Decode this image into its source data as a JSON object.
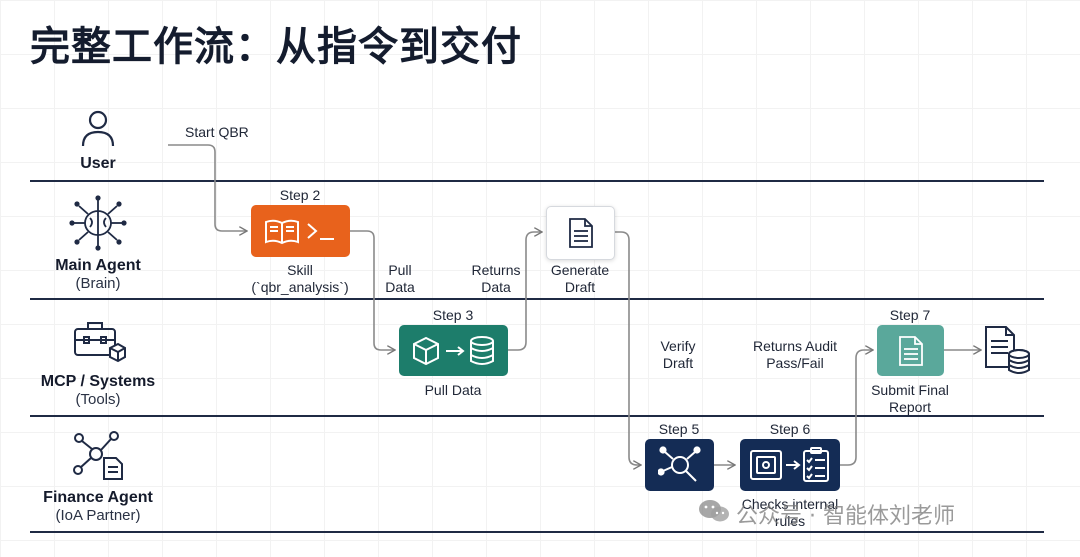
{
  "title": "完整工作流：从指令到交付",
  "lanes": [
    {
      "name": "User",
      "sub": ""
    },
    {
      "name": "Main Agent",
      "sub": "(Brain)"
    },
    {
      "name": "MCP / Systems",
      "sub": "(Tools)"
    },
    {
      "name": "Finance Agent",
      "sub": "(IoA Partner)"
    }
  ],
  "steps": {
    "step2": "Step 2",
    "step3": "Step 3",
    "step5": "Step 5",
    "step6": "Step 6",
    "step7": "Step 7"
  },
  "nodes": {
    "skill_line1": "Skill",
    "skill_line2": "(`qbr_analysis`)",
    "pull_data": "Pull Data",
    "generate_line1": "Generate",
    "generate_line2": "Draft",
    "checks_line1": "Checks internal",
    "checks_line2": "rules",
    "submit_line1": "Submit Final",
    "submit_line2": "Report"
  },
  "edges": {
    "start_qbr": "Start QBR",
    "pull_line1": "Pull",
    "pull_line2": "Data",
    "returns_line1": "Returns",
    "returns_line2": "Data",
    "verify_line1": "Verify",
    "verify_line2": "Draft",
    "audit_line1": "Returns Audit",
    "audit_line2": "Pass/Fail"
  },
  "colors": {
    "orange": "#e8621c",
    "teal": "#1d7d6b",
    "navy": "#142c55",
    "light_teal": "#5aa89b",
    "lane_line": "#1f2a44"
  },
  "watermark": "公众号 · 智能体刘老师"
}
